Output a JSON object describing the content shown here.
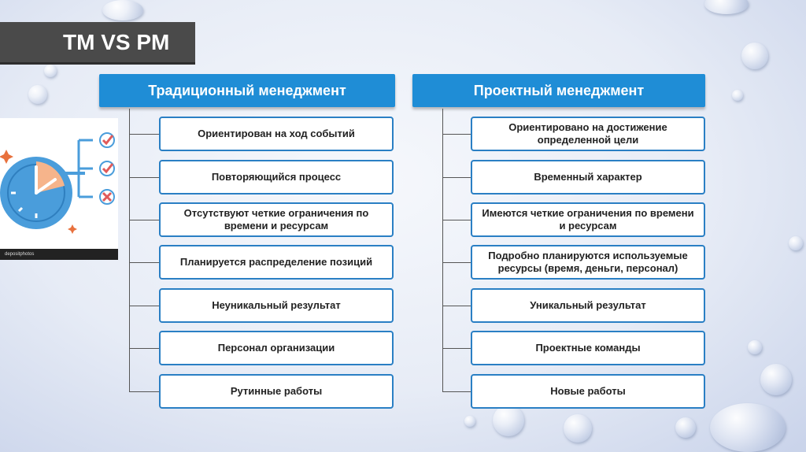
{
  "slide": {
    "title": "TM VS PM"
  },
  "left": {
    "header": "Традиционный менеджмент",
    "items": [
      "Ориентирован на ход событий",
      "Повторяющийся процесс",
      "Отсутствуют четкие ограничения по времени и ресурсам",
      "Планируется распределение позиций",
      "Неуникальный результат",
      "Персонал организации",
      "Рутинные работы"
    ]
  },
  "right": {
    "header": "Проектный менеджмент",
    "items": [
      "Ориентировано на достижение определенной цели",
      "Временный характер",
      "Имеются четкие ограничения по времени и ресурсам",
      "Подробно планируются используемые ресурсы (время, деньги, персонал)",
      "Уникальный результат",
      "Проектные команды",
      "Новые работы"
    ]
  },
  "illustration": {
    "watermark": "depositphotos",
    "icon": "clock-with-checklist-icon",
    "colors": {
      "clock": "#4a9ddb",
      "clock_face": "#ffffff",
      "wedge": "#f6b48b",
      "check": "#e05a5a",
      "accent": "#2a7fc4"
    }
  }
}
